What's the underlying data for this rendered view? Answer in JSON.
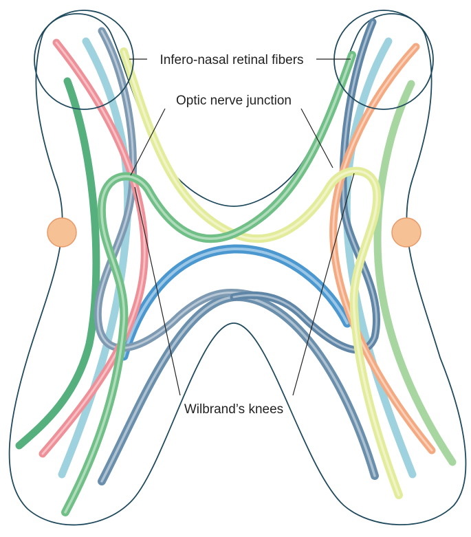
{
  "labels": {
    "infero_nasal": "Infero-nasal retinal fibers",
    "optic_nerve_junction": "Optic nerve junction",
    "wilbrands_knees": "Wilbrand’s knees"
  },
  "colors": {
    "outline": "#1f4a5e",
    "blue": "#5aa7d6",
    "slate": "#7d9ab2",
    "light_blue": "#9ed2de",
    "green": "#6fbf86",
    "light_green": "#a8d6a0",
    "yellow": "#e3ec9a",
    "pink": "#ef8f97",
    "orange": "#f4a980",
    "eye_dot": "#f6c195"
  }
}
